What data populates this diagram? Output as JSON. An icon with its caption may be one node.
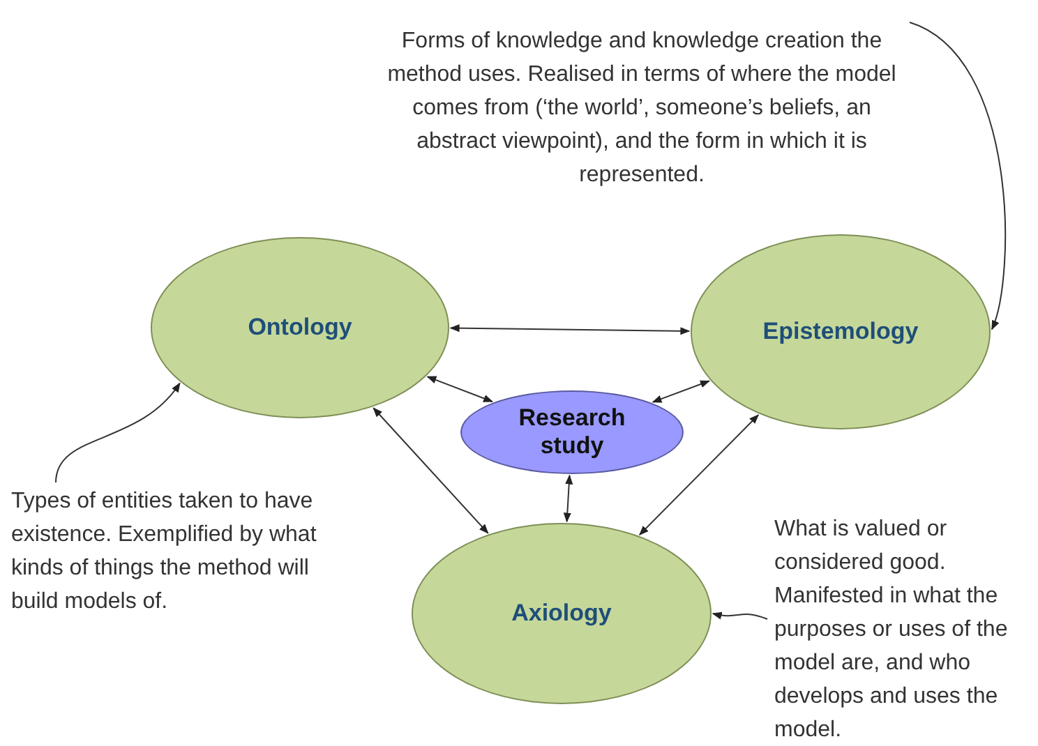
{
  "diagram": {
    "nodes": [
      {
        "text": [
          "Ontology"
        ]
      },
      {
        "text": [
          "Epistemology"
        ]
      },
      {
        "text": [
          "Research study"
        ]
      },
      {
        "text": [
          "Axiology"
        ]
      },
      {
        "text": [
          "Forms of knowledge and knowledge creation the method uses. Realised in terms of where the model comes from (‘the world’, someone’s beliefs, an abstract viewpoint), and the form in which it is represented."
        ]
      },
      {
        "text": [
          "Types of entities taken to have existence. Exemplified by what kinds of things the method will build models of."
        ]
      },
      {
        "text": [
          "What is valued or considered good. Manifested in what the purposes or uses of the model are, and who develops and uses the model."
        ]
      }
    ],
    "edges": [
      {
        "from": 0,
        "to": 1,
        "arrow": "both"
      },
      {
        "from": 0,
        "to": 2,
        "arrow": "both"
      },
      {
        "from": 1,
        "to": 2,
        "arrow": "both"
      },
      {
        "from": 2,
        "to": 3,
        "arrow": "both"
      },
      {
        "from": 0,
        "to": 3,
        "arrow": "both"
      },
      {
        "from": 1,
        "to": 3,
        "arrow": "both"
      },
      {
        "from": 4,
        "to": 1,
        "arrow": "to"
      },
      {
        "from": 5,
        "to": 0,
        "arrow": "to"
      },
      {
        "from": 6,
        "to": 3,
        "arrow": "to"
      }
    ]
  }
}
